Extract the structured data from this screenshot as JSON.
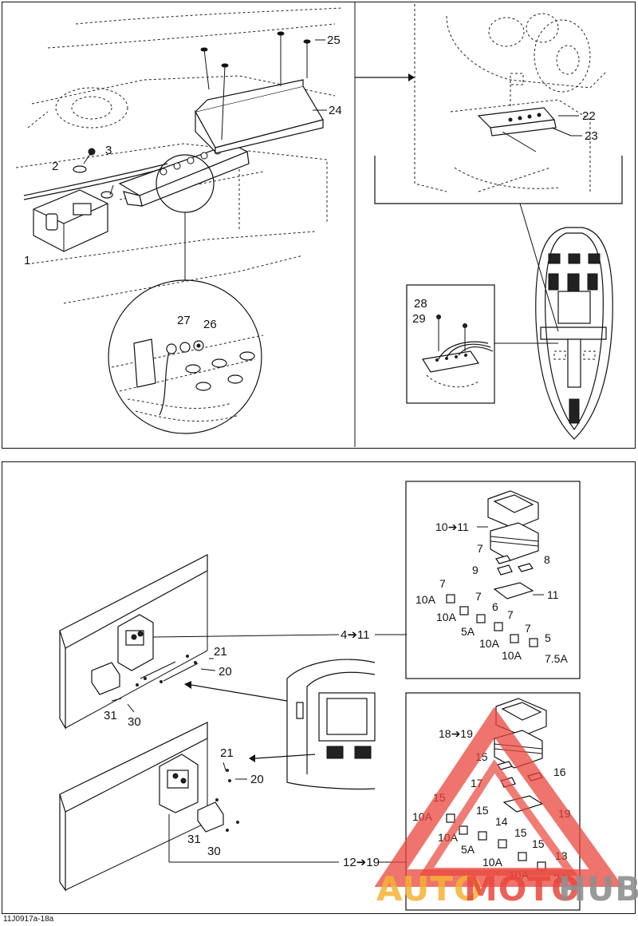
{
  "diagram": {
    "code": "11J0917a-18a",
    "callouts": {
      "c1": "1",
      "c2": "2",
      "c3": "3",
      "c24": "24",
      "c25": "25",
      "c26": "26",
      "c27": "27",
      "c22": "22",
      "c23": "23",
      "c28": "28",
      "c29": "29",
      "c4_11": "4➔11",
      "c21a": "21",
      "c20a": "20",
      "c31a": "31",
      "c30a": "30",
      "c21b": "21",
      "c20b": "20",
      "c31b": "31",
      "c30b": "30",
      "c12_19": "12➔19",
      "c10_11": "10➔11",
      "c7a": "7",
      "c8": "8",
      "c9": "9",
      "c11": "11",
      "c7b": "7",
      "c10Aa": "10A",
      "c7c": "7",
      "c10Ab": "10A",
      "c6": "6",
      "c5A": "5A",
      "c7d": "7",
      "c10Ac": "10A",
      "c7e": "7",
      "c10Ad": "10A",
      "c5": "5",
      "c7_5A": "7.5A",
      "c18_19": "18➔19",
      "c15a": "15",
      "c16": "16",
      "c17": "17",
      "c15b": "15",
      "c10Ae": "10A",
      "c15c": "15",
      "c19": "19",
      "c14": "14",
      "c10Af": "10A",
      "c15d": "15",
      "c5Ab": "5A",
      "c15e": "15",
      "c10Ag": "10A",
      "c13": "13",
      "c10Ah": "10A",
      "c2A": "2A"
    },
    "watermark": {
      "part1": "AUTO",
      "part2": "MOTO",
      "part3": "HUB"
    },
    "colors": {
      "watermark_orange": "#f5b133",
      "watermark_red": "#e8463c",
      "watermark_grey": "#8f8f8f",
      "line": "#111111"
    }
  }
}
